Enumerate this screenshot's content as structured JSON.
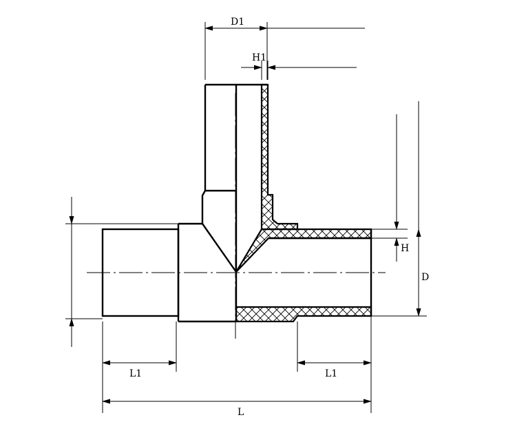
{
  "labels": {
    "d1": "D1",
    "h1": "H1",
    "h": "H",
    "d": "D",
    "l1_left": "L1",
    "l1_right": "L1",
    "l": "L"
  }
}
